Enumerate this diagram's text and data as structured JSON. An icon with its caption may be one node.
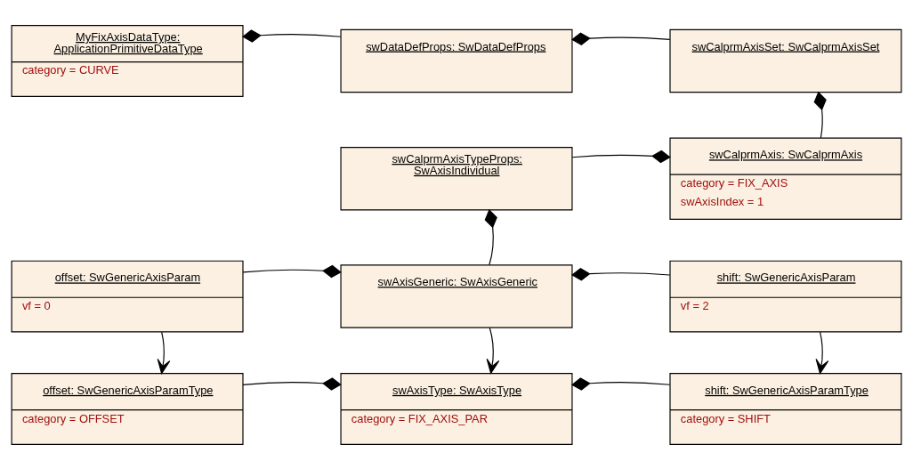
{
  "diagram": {
    "nodes": [
      {
        "text": [
          "MyFixAxisDataType: ApplicationPrimitiveDataType",
          "category = CURVE"
        ]
      },
      {
        "text": [
          "swDataDefProps: SwDataDefProps"
        ]
      },
      {
        "text": [
          "swCalprmAxisSet: SwCalprmAxisSet"
        ]
      },
      {
        "text": [
          "swCalprmAxisTypeProps: SwAxisIndividual"
        ]
      },
      {
        "text": [
          "swCalprmAxis: SwCalprmAxis",
          "category = FIX_AXIS",
          "swAxisIndex = 1"
        ]
      },
      {
        "text": [
          "offset: SwGenericAxisParam",
          "vf = 0"
        ]
      },
      {
        "text": [
          "swAxisGeneric: SwAxisGeneric"
        ]
      },
      {
        "text": [
          "shift: SwGenericAxisParam",
          "vf = 2"
        ]
      },
      {
        "text": [
          "offset: SwGenericAxisParamType",
          "category = OFFSET"
        ]
      },
      {
        "text": [
          "swAxisType: SwAxisType",
          "category = FIX_AXIS_PAR"
        ]
      },
      {
        "text": [
          "shift: SwGenericAxisParamType",
          "category = SHIFT"
        ]
      }
    ],
    "edges": [
      {
        "from": 1,
        "to": 0,
        "arrow": "other"
      },
      {
        "from": 2,
        "to": 1,
        "arrow": "other"
      },
      {
        "from": 4,
        "to": 2,
        "arrow": "other"
      },
      {
        "from": 3,
        "to": 4,
        "arrow": "other"
      },
      {
        "from": 6,
        "to": 3,
        "arrow": "other"
      },
      {
        "from": 5,
        "to": 6,
        "arrow": "other"
      },
      {
        "from": 7,
        "to": 6,
        "arrow": "other"
      },
      {
        "from": 5,
        "to": 8,
        "arrow": "to"
      },
      {
        "from": 6,
        "to": 9,
        "arrow": "to"
      },
      {
        "from": 7,
        "to": 10,
        "arrow": "to"
      },
      {
        "from": 8,
        "to": 9,
        "arrow": "other"
      },
      {
        "from": 10,
        "to": 9,
        "arrow": "other"
      }
    ]
  }
}
